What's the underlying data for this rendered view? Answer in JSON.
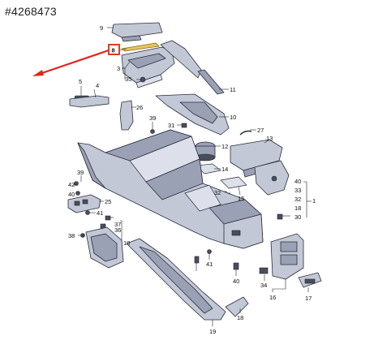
{
  "reference_number": "#4268473",
  "highlighted_part": "8",
  "colors": {
    "part_fill": "#c3c8d6",
    "part_dark": "#9aa1b5",
    "highlight_box": "#e23a2a",
    "highlight_part": "#e8c45a",
    "arrow": "#e0261b"
  },
  "labels": {
    "p1": "1",
    "p3": "3",
    "p4": "4",
    "p5": "5",
    "p8": "8",
    "p9": "9",
    "p10": "10",
    "p11": "11",
    "p12": "12",
    "p13": "13",
    "p14": "14",
    "p15": "15",
    "p16": "16",
    "p17": "17",
    "p18": "18",
    "p19": "19",
    "p25": "25",
    "p26": "26",
    "p27": "27",
    "p30": "30",
    "p31": "31",
    "p32": "32",
    "p33": "33",
    "p34": "34",
    "p35": "35",
    "p36": "36",
    "p37": "37",
    "p38": "38",
    "p39": "39",
    "p40": "40",
    "p40b": "40",
    "p41": "41",
    "p41b": "41",
    "p42": "42"
  }
}
